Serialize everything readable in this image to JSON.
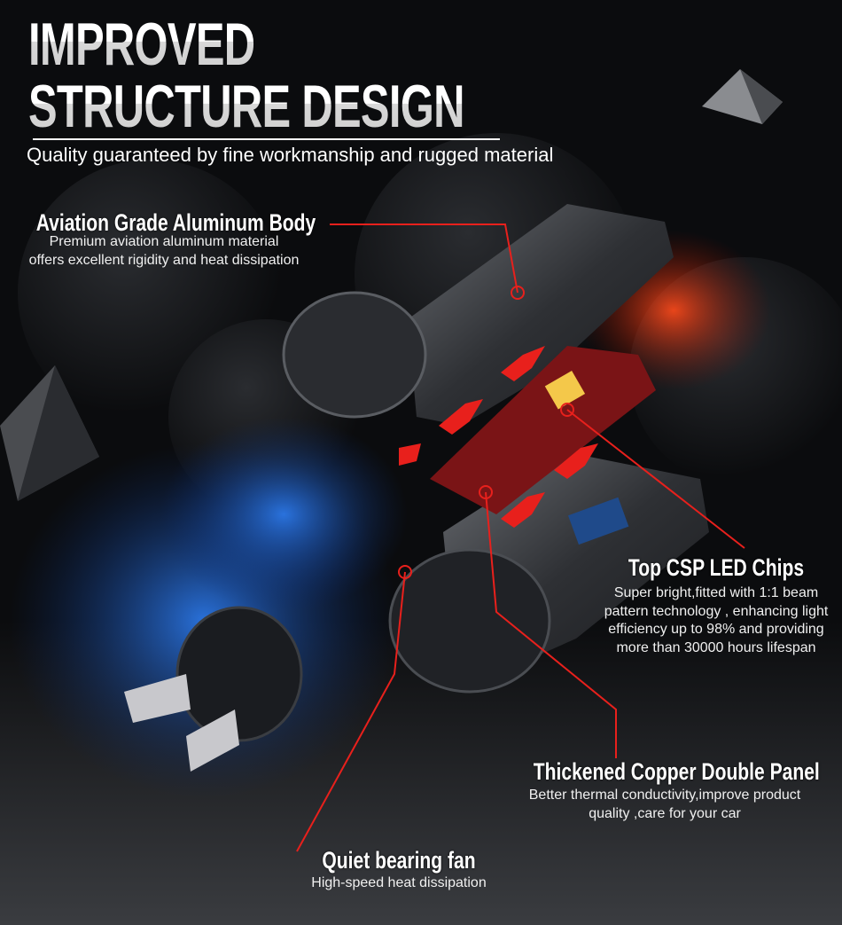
{
  "header": {
    "title_line1": "IMPROVED",
    "title_line2": "STRUCTURE DESIGN",
    "subtitle": "Quality guaranteed by fine workmanship and rugged material"
  },
  "callouts": {
    "body": {
      "title": "Aviation Grade Aluminum Body",
      "lines": [
        "Premium aviation aluminum material",
        "offers excellent rigidity and heat dissipation"
      ]
    },
    "chips": {
      "title": "Top CSP LED Chips",
      "lines": [
        "Super bright,fitted with 1:1 beam",
        "pattern technology , enhancing light",
        "efficiency up to 98% and providing",
        "more than 30000 hours lifespan"
      ]
    },
    "copper": {
      "title": "Thickened Copper Double Panel",
      "lines": [
        "Better thermal conductivity,improve product",
        "quality ,care for your car"
      ]
    },
    "fan": {
      "title": "Quiet bearing fan",
      "lines": [
        "High-speed heat dissipation"
      ]
    }
  },
  "colors": {
    "accent": "#e8201c",
    "cool_air": "#1a6fe0",
    "background": "#0b0c0e"
  }
}
